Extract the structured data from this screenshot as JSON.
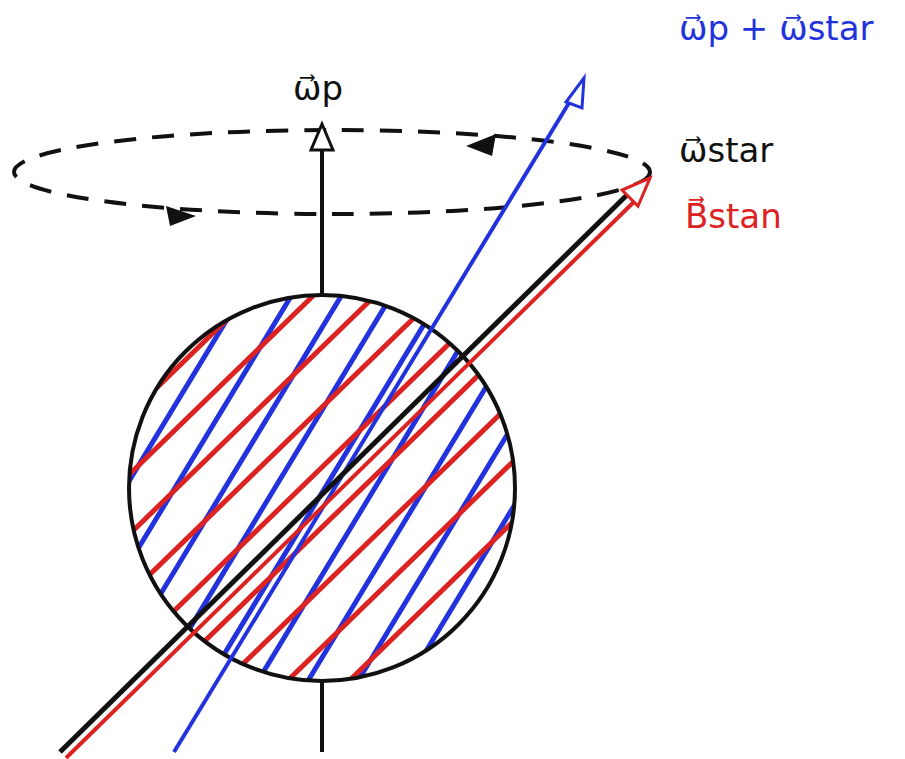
{
  "diagram": {
    "labels": [
      "ω⃗p",
      "ω⃗p + ω⃗star",
      "ω⃗star",
      "B⃗stan"
    ]
  }
}
